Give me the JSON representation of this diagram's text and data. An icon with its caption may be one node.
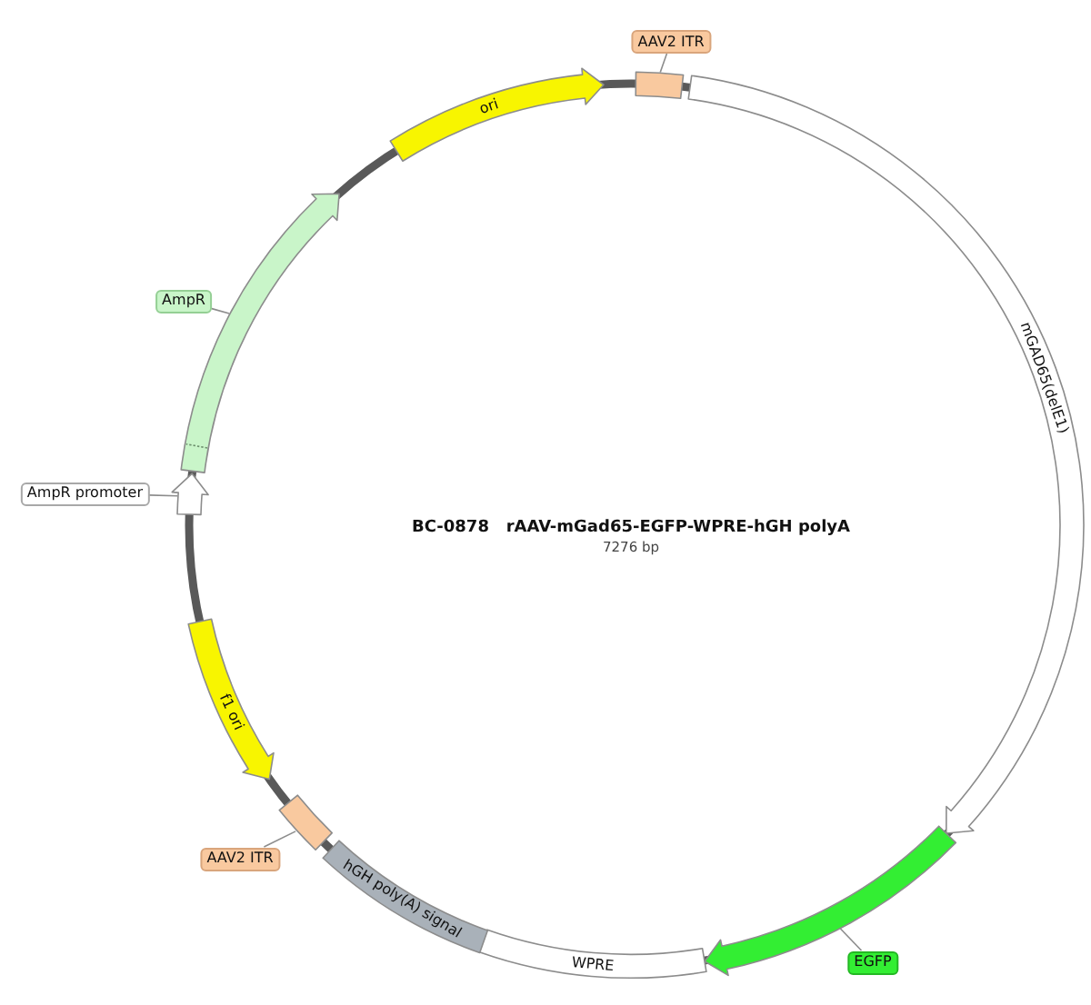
{
  "diagram": {
    "title": "BC-0878   rAAV-mGad65-EGFP-WPRE-hGH polyA",
    "nodes": [
      {
        "text": [
          "AAV2 ITR"
        ]
      },
      {
        "text": [],
        "shape": "box"
      },
      {
        "text": [
          "mGAD65(delE1)"
        ]
      },
      {
        "text": [],
        "shape": "arrow"
      },
      {
        "text": [
          "EGFP"
        ]
      },
      {
        "text": [
          "WPRE"
        ]
      },
      {
        "text": [
          "hGH poly(A) signal"
        ]
      },
      {
        "text": [],
        "shape": "box"
      },
      {
        "text": [
          "AAV2 ITR"
        ]
      },
      {
        "text": [
          "f1 ori"
        ]
      },
      {
        "text": [],
        "shape": "arrow"
      },
      {
        "text": [
          "AmpR promoter"
        ]
      },
      {
        "text": [],
        "shape": "arrow"
      },
      {
        "text": [
          "AmpR"
        ]
      },
      {
        "text": [
          "ori"
        ]
      }
    ],
    "edges": [
      {
        "from": 0,
        "to": 1,
        "arrow": "none"
      },
      {
        "from": 4,
        "to": 3,
        "arrow": "none"
      },
      {
        "from": 8,
        "to": 7,
        "arrow": "none"
      },
      {
        "from": 11,
        "to": 10,
        "arrow": "none"
      },
      {
        "from": 13,
        "to": 12,
        "arrow": "none"
      }
    ],
    "labels": [
      "7276 bp"
    ]
  }
}
